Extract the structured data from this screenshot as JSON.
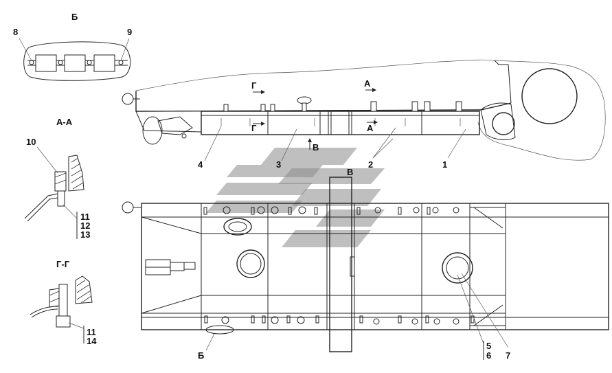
{
  "views": {
    "view_b_title": "Б",
    "section_aa_title": "А-А",
    "section_gg_title": "Г-Г",
    "view_v_title": "В",
    "bottom_view_b_label": "Б"
  },
  "section_markers": {
    "g_top": "Г",
    "g_bottom": "Г",
    "a_top": "А",
    "a_bottom": "А",
    "v_arrow": "В"
  },
  "callouts": {
    "p1": "1",
    "p2": "2",
    "p3": "3",
    "p4": "4",
    "p5": "5",
    "p6": "6",
    "p7": "7",
    "p8": "8",
    "p9": "9",
    "p10": "10",
    "p11_aa": "11",
    "p12": "12",
    "p13": "13",
    "p11_gg": "11",
    "p14": "14"
  },
  "colors": {
    "line": "#222222",
    "watermark": "#8a8a8a",
    "background": "#ffffff"
  }
}
